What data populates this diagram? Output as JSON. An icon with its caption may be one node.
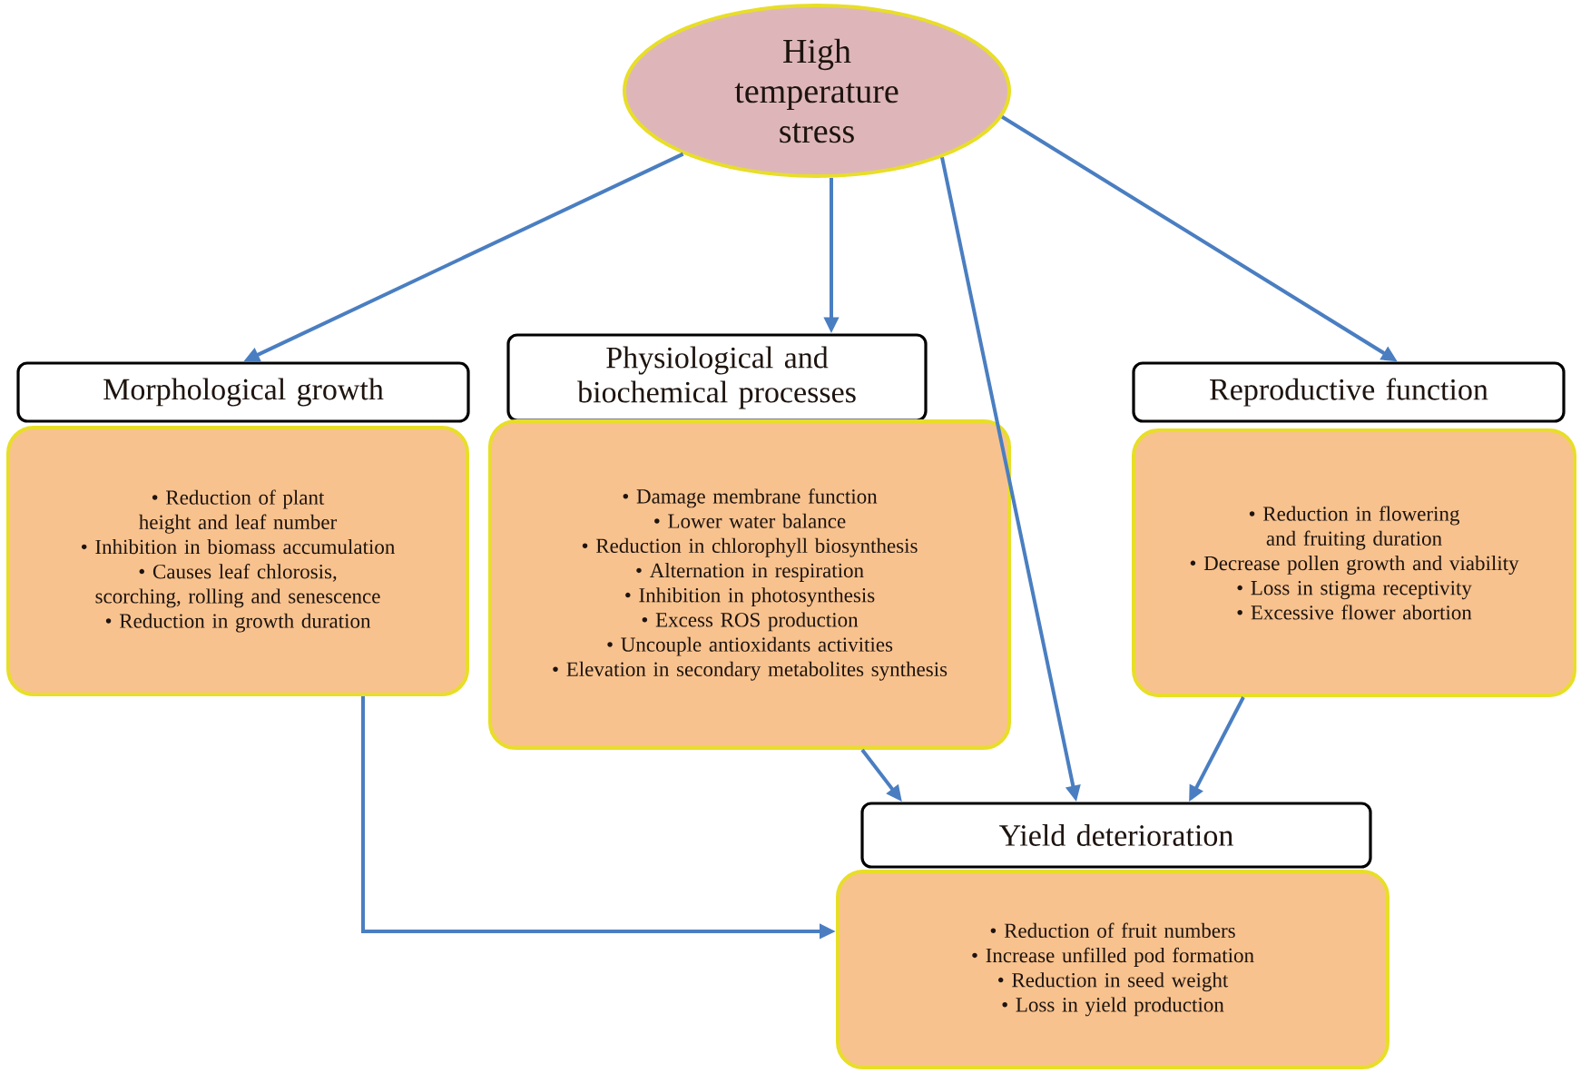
{
  "diagram": {
    "nodes": [
      {
        "text": [
          "High temperature stress"
        ]
      },
      {
        "text": [
          "Morphological growth"
        ]
      },
      {
        "text": [
          "• Reduction of plant height and leaf number",
          "• Inhibition in biomass accumulation",
          "• Causes leaf chlorosis, scorching, rolling and senescence",
          "• Reduction in growth duration"
        ]
      },
      {
        "text": [
          "Physiological and biochemical processes"
        ]
      },
      {
        "text": [
          "• Damage membrane function",
          "• Lower water balance",
          "• Reduction in chlorophyll biosynthesis",
          "• Alternation in respiration",
          "• Inhibition in photosynthesis",
          "• Excess ROS production",
          "• Uncouple antioxidants activities",
          "• Elevation in secondary metabolites synthesis"
        ]
      },
      {
        "text": [
          "Reproductive function"
        ]
      },
      {
        "text": [
          "• Reduction in flowering and fruiting duration",
          "• Decrease pollen growth and viability",
          "• Loss in stigma receptivity",
          "• Excessive flower abortion"
        ]
      },
      {
        "text": [
          "Yield deterioration"
        ]
      },
      {
        "text": [
          "• Reduction of fruit numbers",
          "• Increase unfilled pod formation",
          "• Reduction in seed weight",
          "• Loss in yield production"
        ]
      }
    ],
    "edges": [
      {
        "from": 0,
        "to": 1,
        "arrow": "to"
      },
      {
        "from": 0,
        "to": 3,
        "arrow": "to"
      },
      {
        "from": 0,
        "to": 7,
        "arrow": "to"
      },
      {
        "from": 0,
        "to": 5,
        "arrow": "to"
      },
      {
        "from": 4,
        "to": 7,
        "arrow": "to"
      },
      {
        "from": 6,
        "to": 7,
        "arrow": "to"
      },
      {
        "from": 2,
        "to": 8,
        "arrow": "to"
      }
    ]
  }
}
